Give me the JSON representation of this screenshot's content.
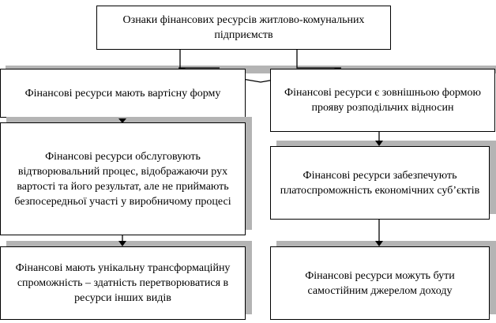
{
  "diagram": {
    "root": "Ознаки фінансових ресурсів житлово-комунальних підприємств",
    "left": [
      "Фінансові ресурси мають вартісну форму",
      "Фінансові ресурси обслуговують відтворювальний процес, відображаючи рух вартості та його результат, але не приймають безпосередньої участі у виробничому процесі",
      "Фінансові мають унікальну трансформаційну спроможність – здатність перетворюватися в ресурси інших видів"
    ],
    "right": [
      "Фінансові ресурси є зовнішньою формою прояву розподільчих відносин",
      "Фінансові ресурси забезпечують платоспроможність економічних суб’єктів",
      "Фінансові ресурси можуть бути самостійним джерелом доходу"
    ]
  }
}
